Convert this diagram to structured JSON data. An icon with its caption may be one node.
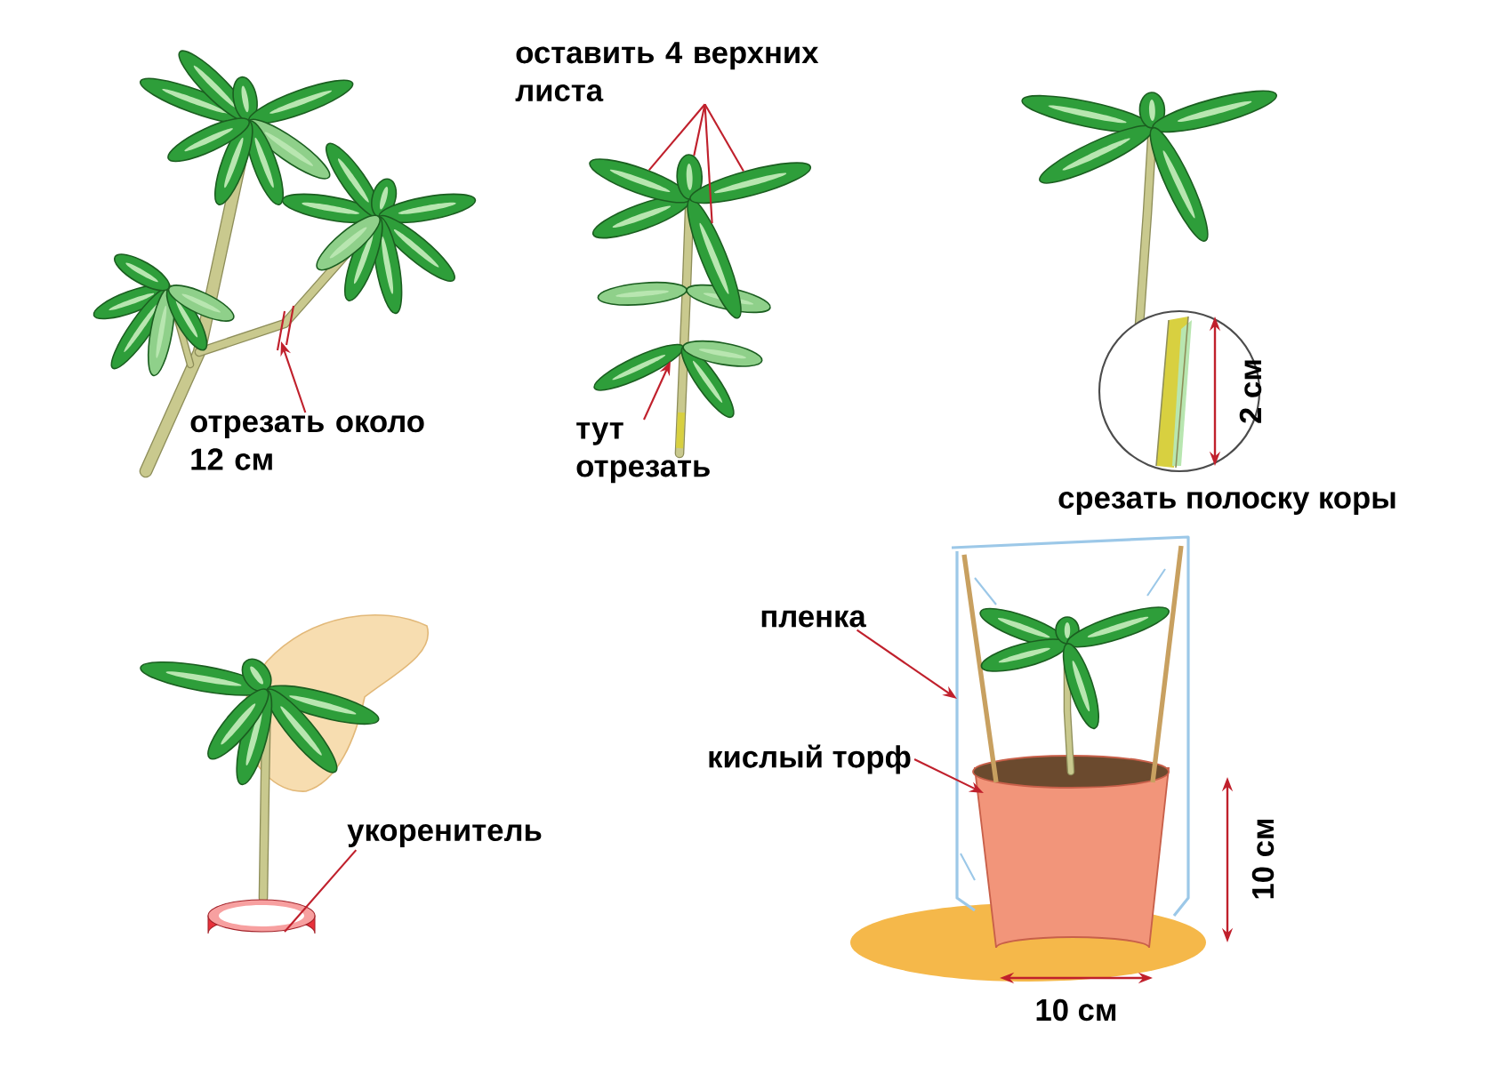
{
  "diagram": {
    "nodes": [
      {
        "text": [
          "отрезать около 12 см"
        ]
      },
      {
        "text": [
          "оставить 4 верхних листа"
        ]
      },
      {
        "text": [],
        "shape": "leaf"
      },
      {
        "text": [],
        "shape": "leaf"
      },
      {
        "text": [],
        "shape": "leaf"
      },
      {
        "text": [],
        "shape": "leaf"
      },
      {
        "text": [
          "тут отрезать"
        ]
      },
      {
        "text": [
          "укоренитель"
        ]
      },
      {
        "text": [
          "пленка"
        ]
      },
      {
        "text": [
          "кислый торф"
        ]
      }
    ],
    "edges": [
      {
        "from": 0,
        "to": null,
        "arrow": "to"
      },
      {
        "from": 1,
        "to": 2,
        "arrow": "none"
      },
      {
        "from": 1,
        "to": 3,
        "arrow": "none"
      },
      {
        "from": 1,
        "to": 4,
        "arrow": "none"
      },
      {
        "from": 1,
        "to": 5,
        "arrow": "none"
      },
      {
        "from": 6,
        "to": null,
        "arrow": "to"
      },
      {
        "from": 7,
        "to": null,
        "arrow": "none"
      },
      {
        "from": 8,
        "to": null,
        "arrow": "to"
      },
      {
        "from": 9,
        "to": null,
        "arrow": "to"
      }
    ],
    "labels": [
      "2 см",
      "срезать полоску коры",
      "10 см",
      "10 см"
    ]
  }
}
